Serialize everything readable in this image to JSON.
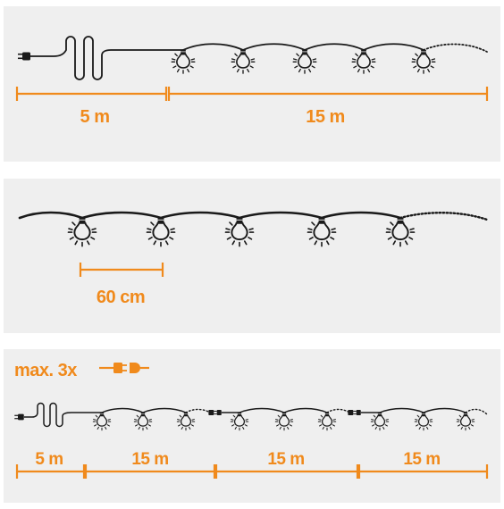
{
  "colors": {
    "accent": "#f08a1c",
    "panel_background": "#efefef",
    "line": "#1a1a1a"
  },
  "panel_1": {
    "segments": [
      {
        "label": "5 m"
      },
      {
        "label": "15 m"
      }
    ]
  },
  "panel_2": {
    "spacing_label": "60 cm"
  },
  "panel_3": {
    "max_label": "max. 3x",
    "connector_icon": "plug-socket-icon",
    "segments": [
      {
        "label": "5 m"
      },
      {
        "label": "15 m"
      },
      {
        "label": "15 m"
      },
      {
        "label": "15 m"
      }
    ]
  },
  "icons": [
    "plug-icon",
    "bulb-icon",
    "connector-icon",
    "plug-socket-icon"
  ]
}
